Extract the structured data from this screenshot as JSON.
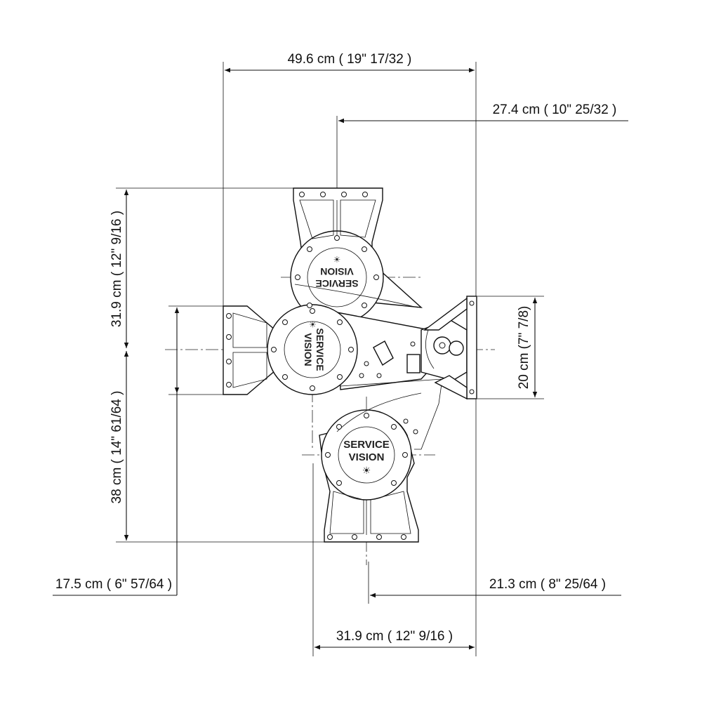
{
  "dimensions": {
    "overall_width": "49.6 cm ( 19\" 17/32 )",
    "right_offset": "27.4 cm ( 10\" 25/32 )",
    "upper_height": "31.9 cm ( 12\" 9/16 )",
    "lower_height": "38 cm ( 14\" 61/64 )",
    "plate_height": "20 cm (7\" 7/8)",
    "left_spacing": "17.5 cm ( 6\" 57/64 )",
    "bottom_right_offset": "21.3 cm ( 8\" 25/64 )",
    "bottom_width": "31.9 cm ( 12\" 9/16 )"
  },
  "logos": {
    "line1": "SERVICE",
    "line2": "VISION"
  },
  "colors": {
    "line": "#111111",
    "background": "#ffffff"
  }
}
